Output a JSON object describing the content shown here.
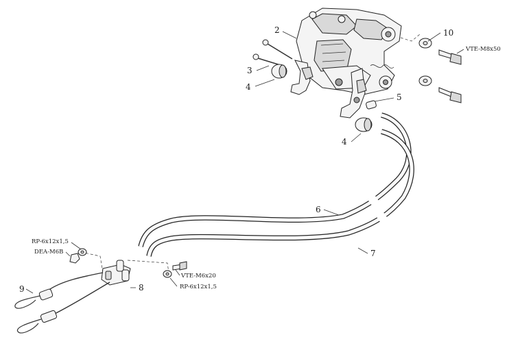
{
  "callouts": {
    "n1": "2",
    "n2": "3",
    "n3": "4",
    "n4": "4",
    "n5": "5",
    "n6": "6",
    "n7": "7",
    "n8": "8",
    "n9": "9",
    "n10": "10"
  },
  "codes": {
    "bolt_large": "VTE-M8x50",
    "washer_a": "RP-6x12x1,5",
    "nut": "DEA-M6B",
    "bolt_small": "VTE-M6x20",
    "washer_b": "RP-6x12x1,5"
  }
}
